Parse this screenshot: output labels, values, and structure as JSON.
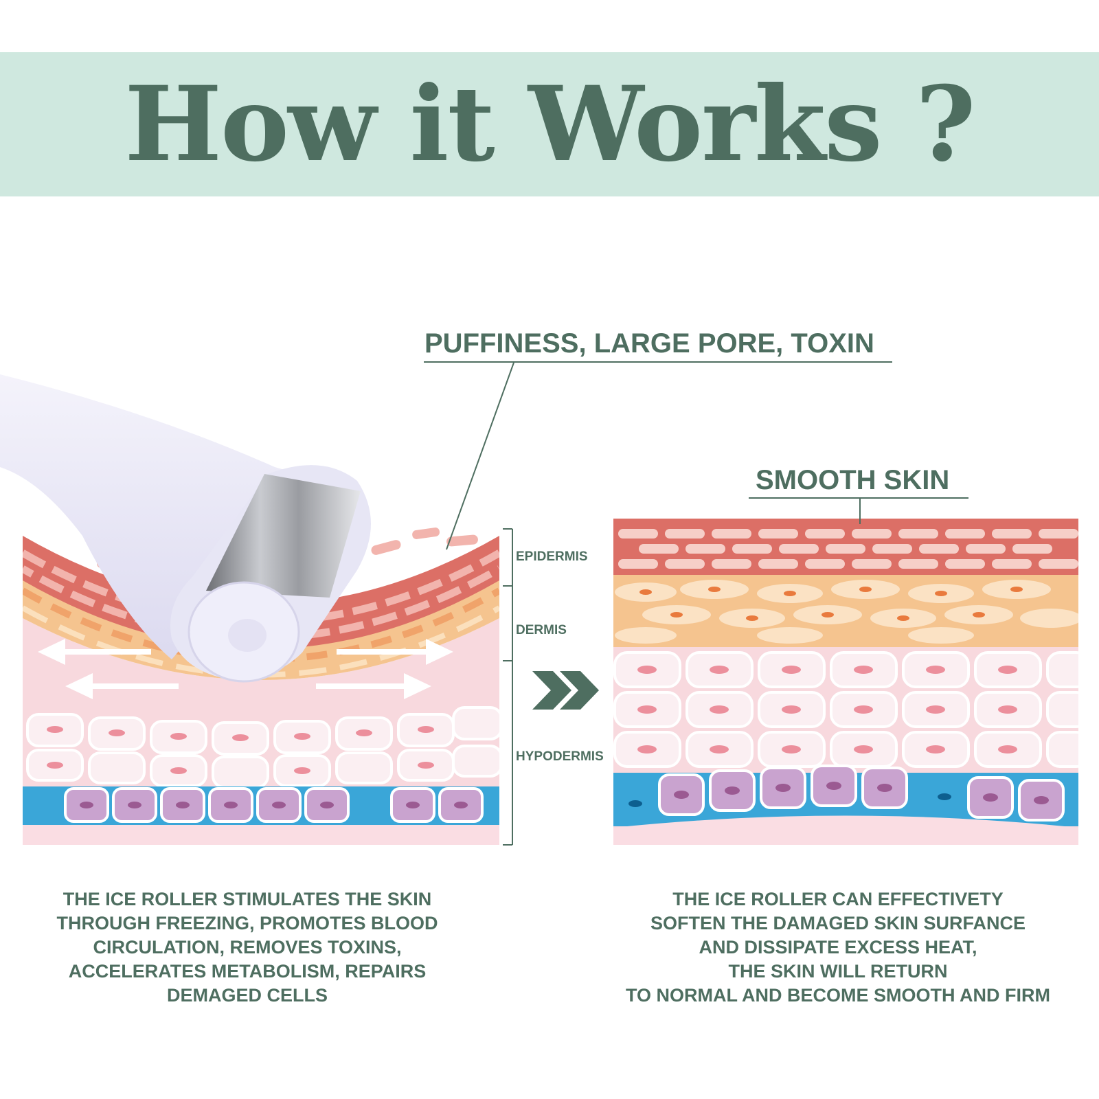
{
  "header": {
    "title": "How it Works ?"
  },
  "callouts": {
    "before": "PUFFINESS, LARGE PORE, TOXIN",
    "after": "SMOOTH SKIN"
  },
  "layers": {
    "epidermis": "EPIDERMIS",
    "dermis": "DERMIS",
    "hypodermis": "HYPODERMIS"
  },
  "captions": {
    "left": [
      "THE ICE ROLLER STIMULATES THE SKIN",
      "THROUGH FREEZING, PROMOTES BLOOD",
      "CIRCULATION, REMOVES TOXINS,",
      "ACCELERATES METABOLISM, REPAIRS",
      "DEMAGED CELLS"
    ],
    "right": [
      "THE ICE ROLLER CAN EFFECTIVETY",
      "SOFTEN THE DAMAGED SKIN SURFANCE",
      "AND DISSIPATE EXCESS HEAT,",
      "THE SKIN WILL RETURN",
      "TO NORMAL AND BECOME SMOOTH AND FIRM"
    ]
  },
  "colors": {
    "banner": "#cfe8df",
    "text": "#4e6e60",
    "epidermis": "#dc6f66",
    "dermis": "#f5c48f",
    "hypodermis": "#f8d9de",
    "fat_cells": "#c9a3cf",
    "vessel": "#3aa6d8"
  },
  "icons": [
    "ice-roller-icon",
    "double-chevron-right-icon",
    "arrow-left-icon",
    "arrow-right-icon"
  ]
}
